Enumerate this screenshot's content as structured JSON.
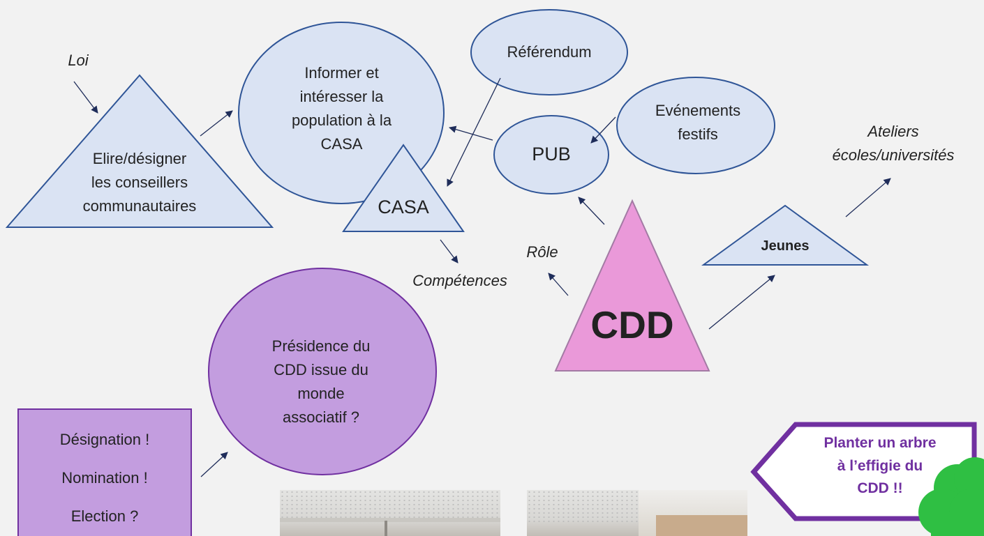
{
  "colors": {
    "background": "#f2f2f2",
    "blue_fill": "#dae3f3",
    "blue_stroke": "#2f5597",
    "pink_fill": "#ea99d9",
    "pink_stroke": "#a37aa4",
    "purple_fill": "#c39ddf",
    "purple_stroke": "#7030a0",
    "arrow": "#1f2d5a",
    "purple_text": "#7030a0",
    "tree": "#2fbf43"
  },
  "nodes": {
    "elire": "Elire/désigner\nles conseillers\ncommunautaires",
    "informer": "Informer et\nintéresser la\npopulation à la\nCASA",
    "referendum": "Référendum",
    "evenements": "Evénements\nfestifs",
    "pub": "PUB",
    "casa": "CASA",
    "cdd": "CDD",
    "jeunes": "Jeunes",
    "presidence": "Présidence du\nCDD issue du\nmonde\nassociatif ?",
    "designation": "Désignation !\nNomination !\nElection ?",
    "planter": "Planter un arbre\nà l’effigie du\nCDD !!"
  },
  "annotations": {
    "loi": "Loi",
    "competences": "Compétences",
    "role": "Rôle",
    "ateliers": "Ateliers\nécoles/universités"
  }
}
